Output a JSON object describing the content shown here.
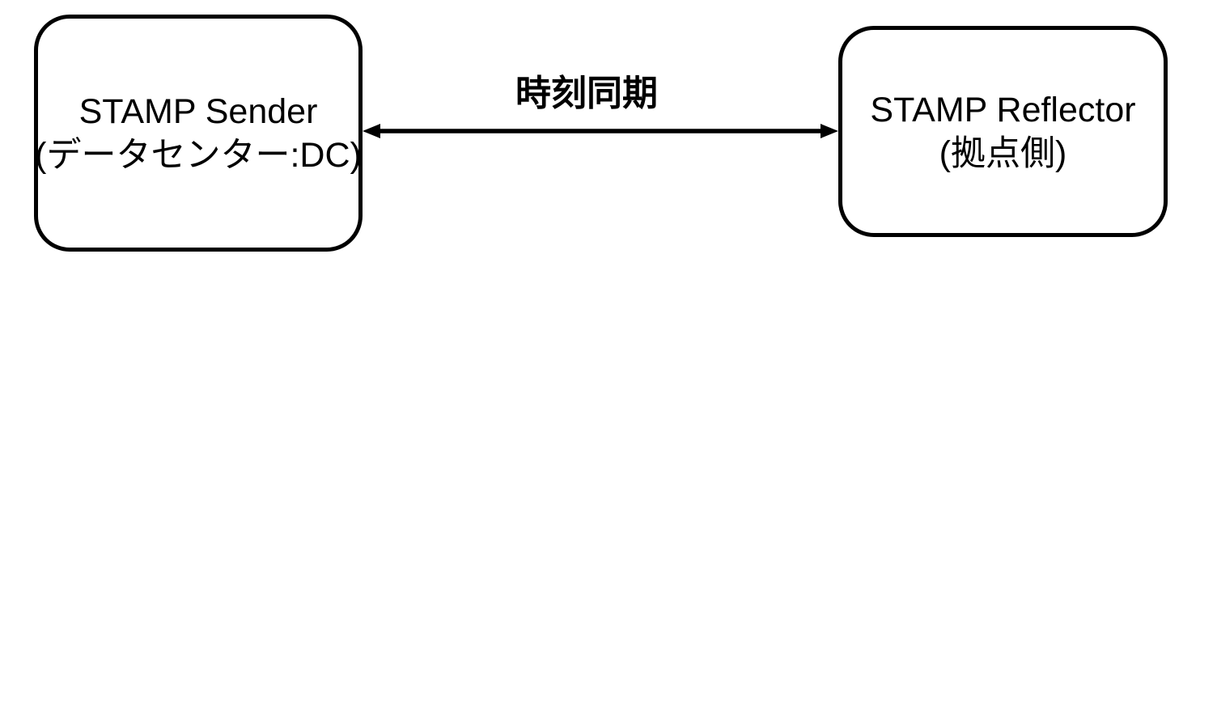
{
  "diagram": {
    "background_color": "#ffffff",
    "stroke_color": "#000000",
    "nodes": [
      {
        "id": "stamp-sender",
        "line1": "STAMP Sender",
        "line2": "(データセンター:DC)"
      },
      {
        "id": "stamp-reflector",
        "line1": "STAMP Reflector",
        "line2": "(拠点側)"
      }
    ],
    "connector": {
      "type": "double-headed-arrow",
      "label": "時刻同期",
      "from": "stamp-sender",
      "to": "stamp-reflector"
    }
  }
}
